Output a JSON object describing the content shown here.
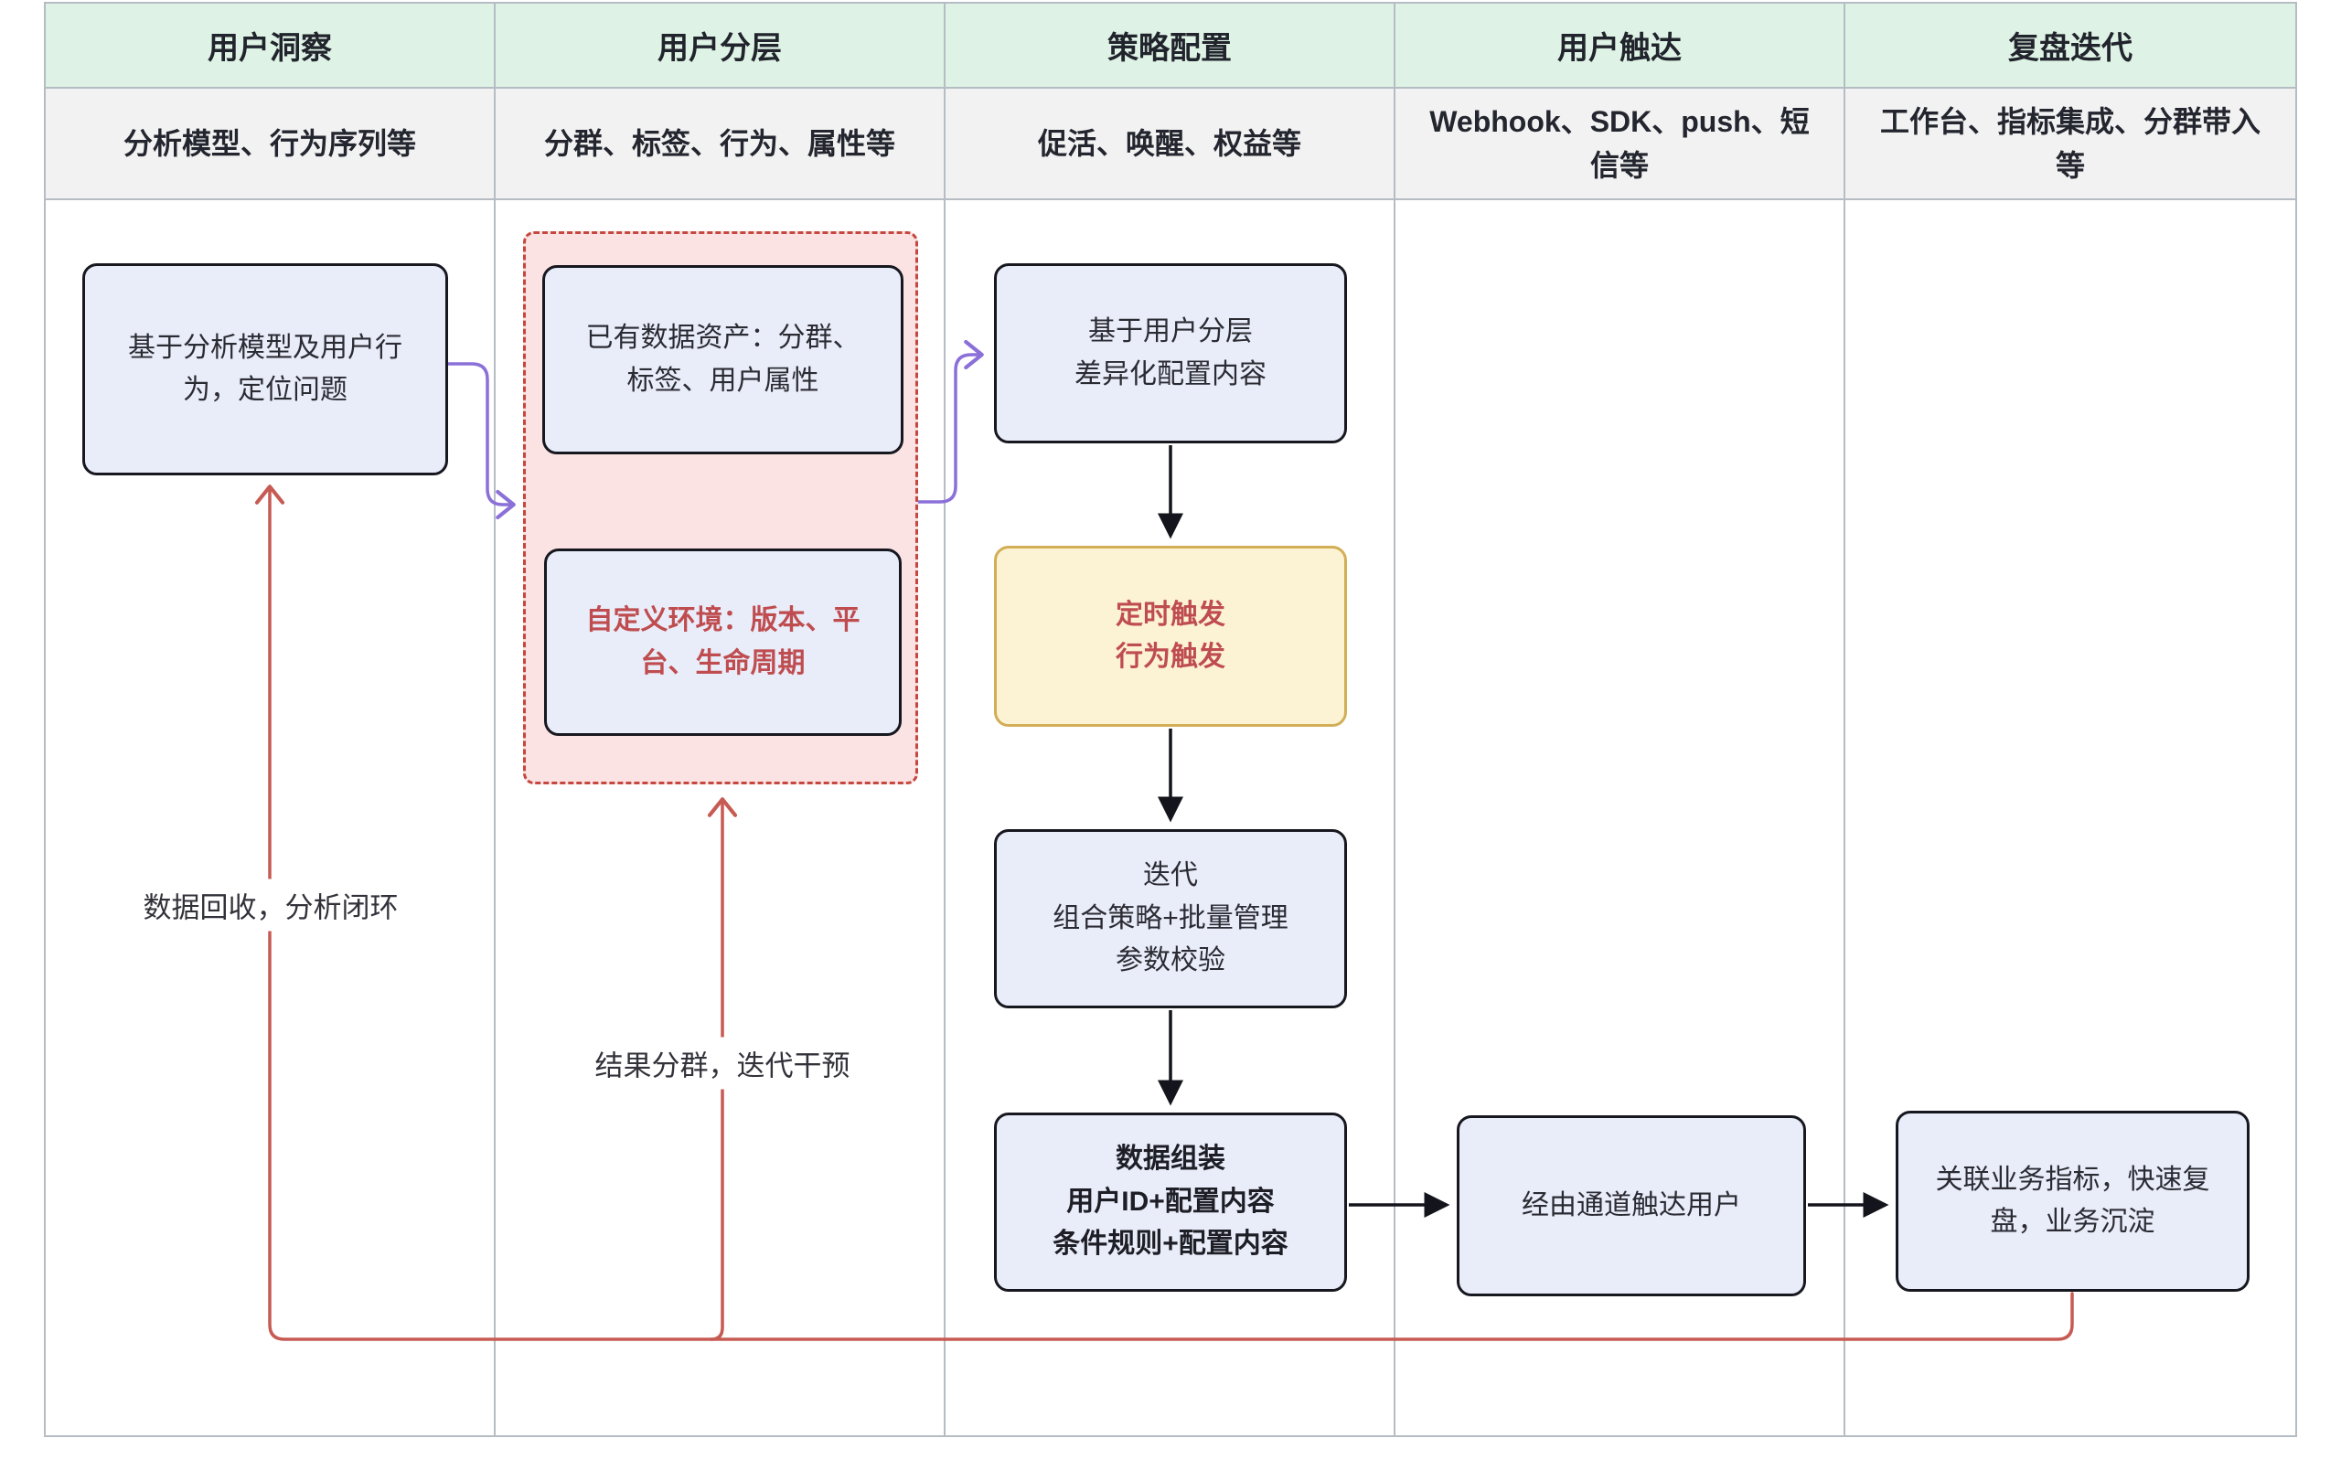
{
  "columns": [
    {
      "title": "用户洞察",
      "subtitle": "分析模型、行为序列等"
    },
    {
      "title": "用户分层",
      "subtitle": "分群、标签、行为、属性等"
    },
    {
      "title": "策略配置",
      "subtitle": "促活、唤醒、权益等"
    },
    {
      "title": "用户触达",
      "subtitle": "Webhook、SDK、push、短\n信等"
    },
    {
      "title": "复盘迭代",
      "subtitle": "工作台、指标集成、分群带入\n等"
    }
  ],
  "nodes": {
    "insight_box": "基于分析模型及用户行\n为，定位问题",
    "data_assets_box": "已有数据资产：分群、\n标签、用户属性",
    "custom_env_box": "自定义环境：版本、平\n台、生命周期",
    "layered_config_box": "基于用户分层\n差异化配置内容",
    "trigger_box": "定时触发\n行为触发",
    "iterate_box": "迭代\n组合策略+批量管理\n参数校验",
    "assemble_box": "数据组装\n用户ID+配置内容\n条件规则+配置内容",
    "reach_box": "经由通道触达用户",
    "review_box": "关联业务指标，快速复\n盘，业务沉淀"
  },
  "labels": {
    "feedback_insight": "数据回收，分析闭环",
    "feedback_segment": "结果分群，迭代干预"
  },
  "colors": {
    "header_green": "#def3e5",
    "subtitle_gray": "#f2f2f3",
    "grid_line": "#b6bcc3",
    "node_blue": "#e9edf9",
    "node_border": "#17171f",
    "yellow_fill": "#fcf3d4",
    "yellow_border": "#d2ae56",
    "pink_fill": "#fae3e2",
    "red_accent": "#c5473f",
    "red_text": "#bf4d50",
    "red_line": "#c75b53",
    "purple_line": "#8a70d8",
    "black_line": "#14141c"
  }
}
